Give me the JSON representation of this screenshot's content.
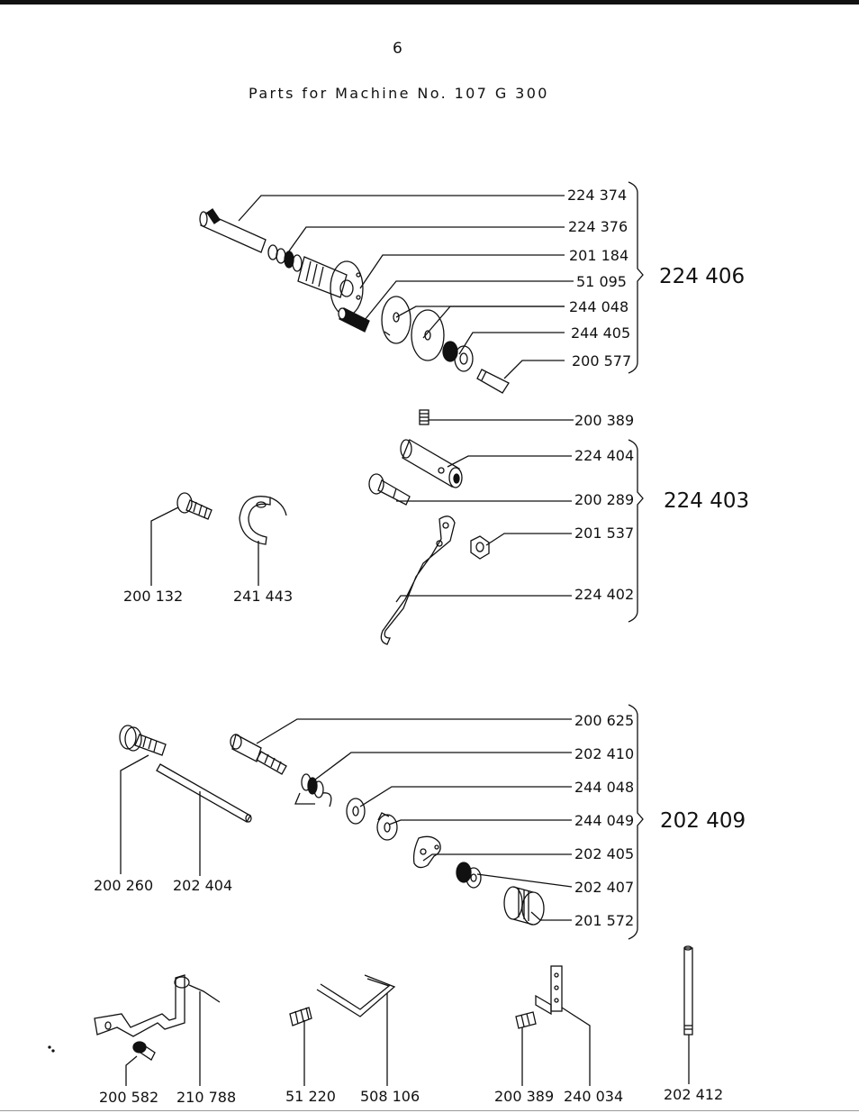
{
  "page_number": "6",
  "title": "Parts for Machine No. 107 G 300",
  "groups": [
    {
      "number": "224 406",
      "parts": [
        "224 374",
        "224 376",
        "201 184",
        "51 095",
        "244 048",
        "244 405",
        "200 577"
      ]
    },
    {
      "number": "224 403",
      "parts": [
        "224 404",
        "200 289",
        "201 537",
        "224 402"
      ]
    },
    {
      "number": "202 409",
      "parts": [
        "200 625",
        "202 410",
        "244 048",
        "244 049",
        "202 405",
        "202 407",
        "201 572"
      ]
    }
  ],
  "single_parts": {
    "screw_top": "200 389",
    "screw_left": "200 132",
    "clamp": "241 443",
    "stud": "200 260",
    "rod": "202 404",
    "screw_bracket": "200 582",
    "bracket": "210 788",
    "screw_small": "51 220",
    "wire": "508 106",
    "screw_plate": "200 389",
    "plate": "240 034",
    "pin": "202 412"
  }
}
